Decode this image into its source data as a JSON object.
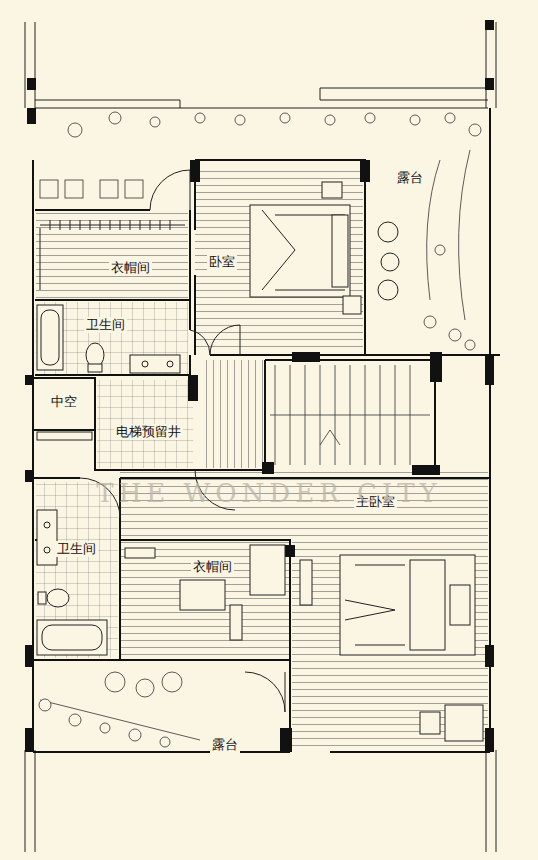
{
  "diagram": {
    "nodes": [
      {
        "text": [
          "露台"
        ]
      },
      {
        "text": [
          "衣帽间"
        ]
      },
      {
        "text": [
          "卧室"
        ]
      },
      {
        "text": [
          "卫生间"
        ]
      },
      {
        "text": [
          "中空"
        ]
      },
      {
        "text": [
          "电梯预留井"
        ]
      },
      {
        "text": [
          "主卧室"
        ]
      },
      {
        "text": [
          "卫生间"
        ]
      },
      {
        "text": [
          "衣帽间"
        ]
      },
      {
        "text": [
          "露台"
        ]
      }
    ],
    "labels": [
      "THE WONDER CITY"
    ]
  }
}
